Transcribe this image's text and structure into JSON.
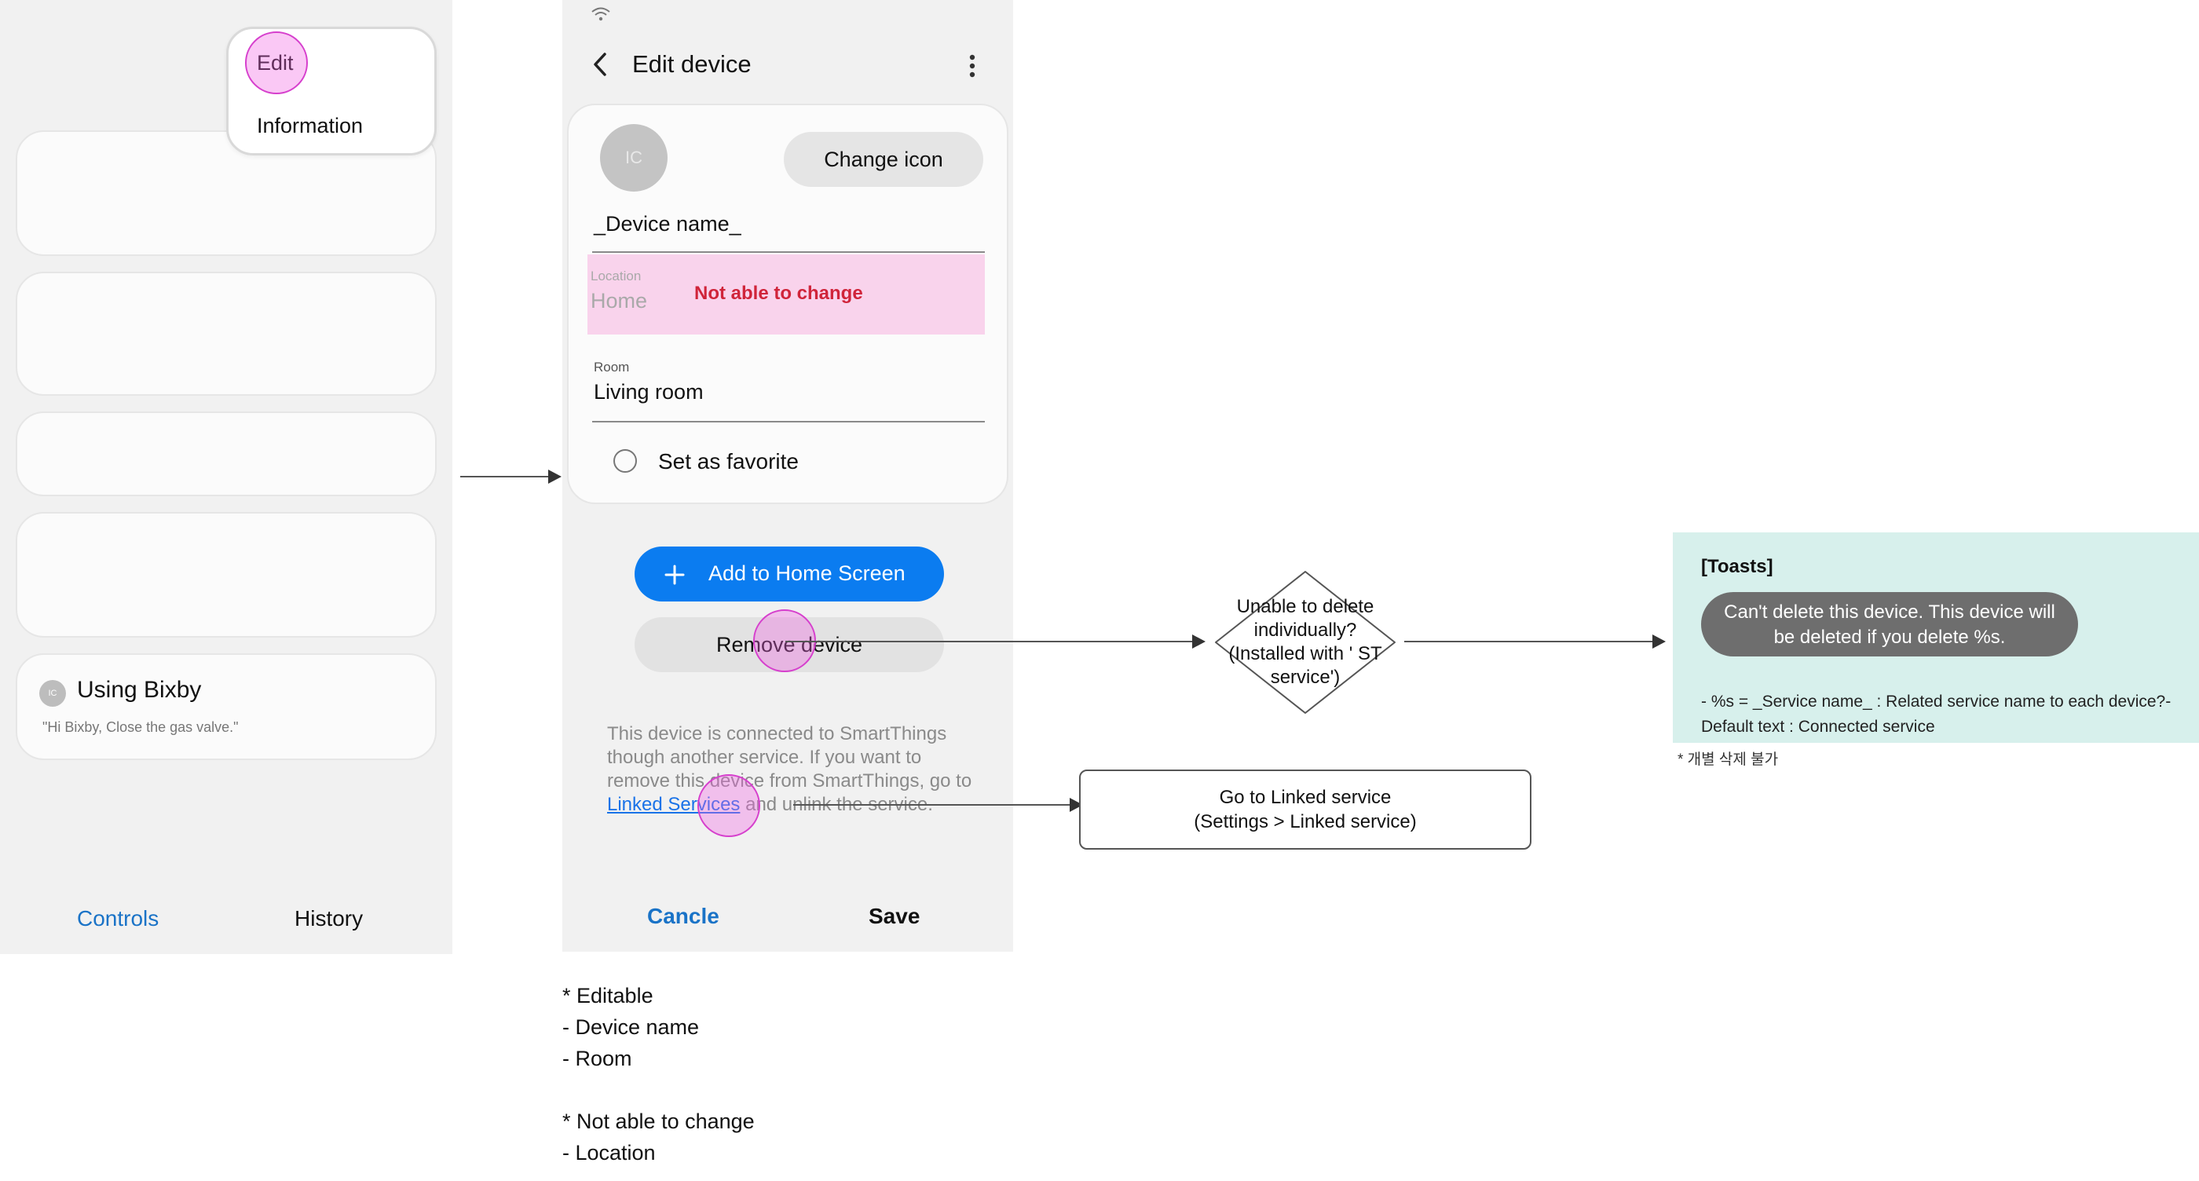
{
  "screen1": {
    "menu": {
      "edit": "Edit",
      "information": "Information"
    },
    "bixby": {
      "icon_text": "IC",
      "title": "Using Bixby",
      "example": "\"Hi Bixby, Close the gas valve.\""
    },
    "tabs": {
      "controls": "Controls",
      "history": "History"
    },
    "accent_color": "#1a73c7"
  },
  "screen2": {
    "header": {
      "title": "Edit device",
      "back_icon": "back-arrow-icon",
      "more_icon": "more-vertical-icon"
    },
    "icon_placeholder": "IC",
    "change_icon": "Change icon",
    "device_name": "_Device name_",
    "location": {
      "label": "Location",
      "value": "Home",
      "annotation": "Not able to change"
    },
    "room": {
      "label": "Room",
      "value": "Living room"
    },
    "favorite": "Set as favorite",
    "add_home": "Add to Home Screen",
    "remove": "Remove device",
    "info": {
      "before": "This device is connected to SmartThings though another service. If you want to remove this device from SmartThings, go to ",
      "link": "Linked Services",
      "after": " and unlink the service."
    },
    "footer": {
      "cancel": "Cancle",
      "save": "Save"
    },
    "primary_color": "#0b7cf0"
  },
  "flow": {
    "decision": "Unable to delete individually? (Installed with ' ST service')",
    "linked": {
      "line1": "Go to Linked service",
      "line2": "(Settings > Linked service)"
    }
  },
  "toasts": {
    "heading": "[Toasts]",
    "message": "Can't delete this device. This device will be deleted if you delete %s.",
    "note": "- %s = _Service name_ : Related service name to each device?- Default text : Connected service",
    "korean_note": "* 개별 삭제 불가",
    "bg_color": "#d7f0ec"
  },
  "notes": {
    "editable_heading": "* Editable",
    "editable_1": "- Device name",
    "editable_2": "- Room",
    "fixed_heading": "* Not able to change",
    "fixed_1": "- Location"
  }
}
